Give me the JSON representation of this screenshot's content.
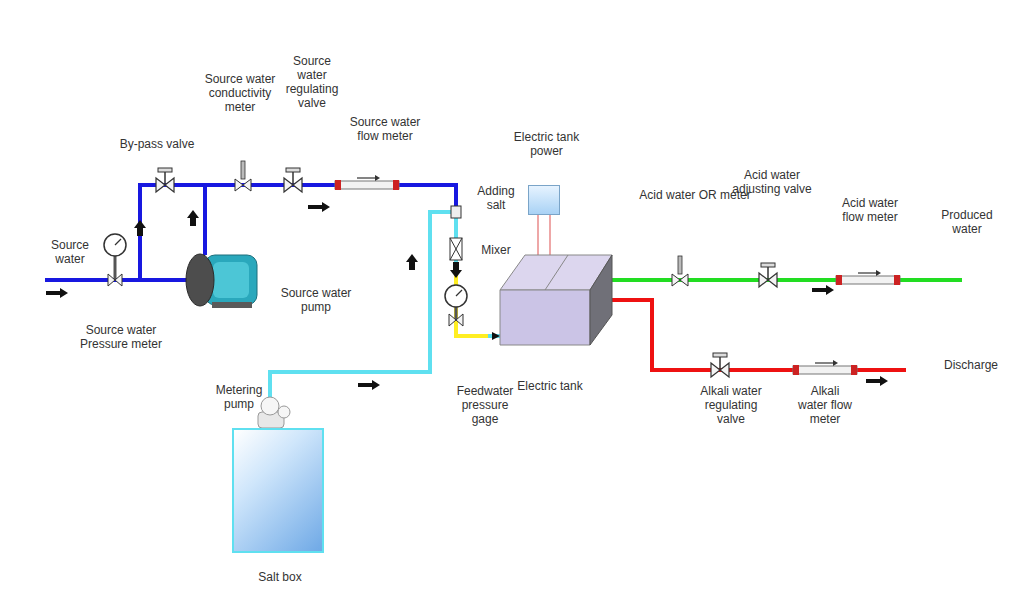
{
  "diagram": {
    "nodes": [
      {
        "text": [
          "Salt box"
        ]
      },
      {
        "text": [
          "Electric tank power"
        ]
      },
      {
        "text": [
          "Electric tank"
        ]
      }
    ],
    "edges": [
      {
        "from": 0,
        "to": 2,
        "arrow": "to"
      },
      {
        "from": 1,
        "to": 2,
        "arrow": "none"
      }
    ],
    "labels": [
      "Source water",
      "Source water Pressure meter",
      "By-pass valve",
      "Source water conductivity meter",
      "Source water regulating valve",
      "Source water flow meter",
      "Source water pump",
      "Adding salt",
      "Mixer",
      "Metering pump",
      "Feedwater pressure gage",
      "Acid water OR meter",
      "Acid water adjusting valve",
      "Acid water flow meter",
      "Produced water",
      "Alkali water regulating valve",
      "Alkali water flow meter",
      "Discharge"
    ]
  }
}
